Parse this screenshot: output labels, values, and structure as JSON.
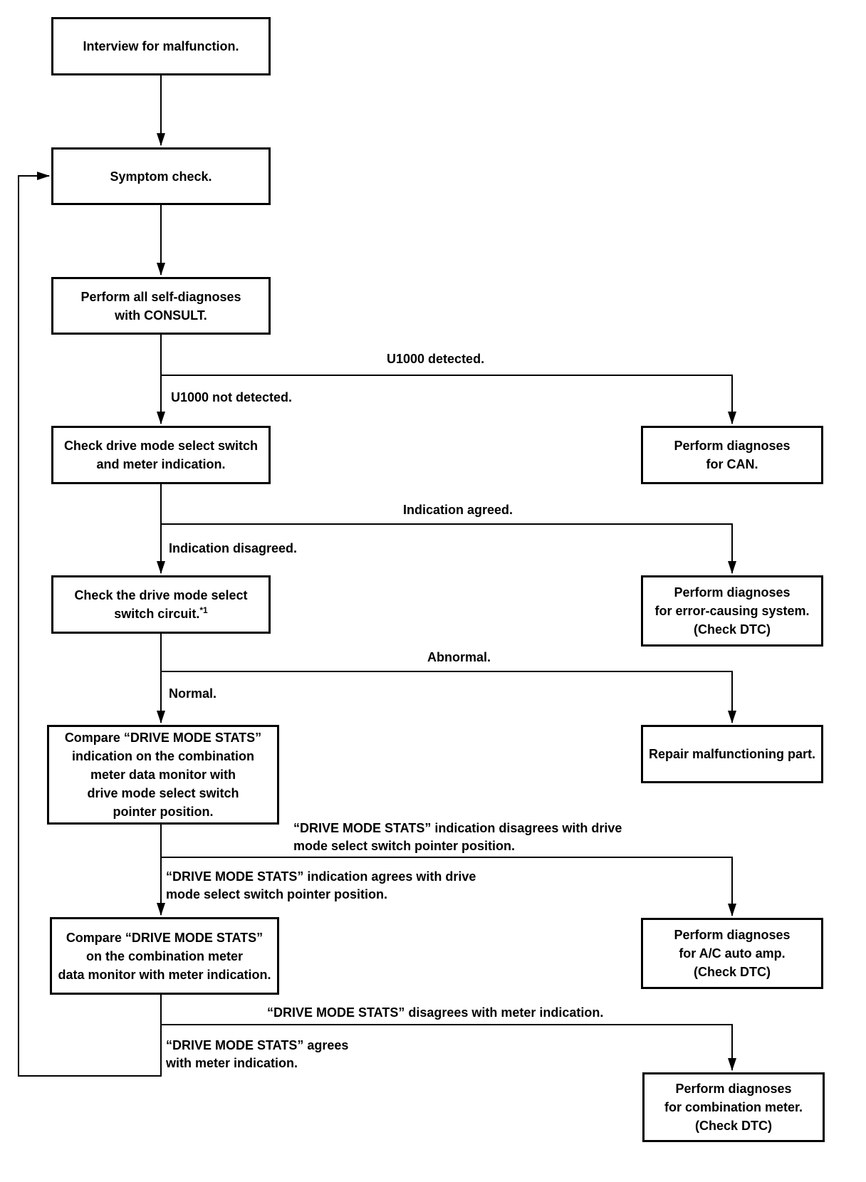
{
  "flowchart": {
    "colors": {
      "line": "#000000",
      "text": "#000000",
      "background": "#ffffff"
    },
    "nodes": [
      {
        "id": "interview",
        "label": "Interview for malfunction."
      },
      {
        "id": "symptom",
        "label": "Symptom check."
      },
      {
        "id": "self_diag",
        "label": "Perform all self-diagnoses\nwith CONSULT."
      },
      {
        "id": "check_switch_meter",
        "label": "Check drive mode select switch\nand meter indication."
      },
      {
        "id": "check_circuit",
        "label": "Check the drive mode select\nswitch circuit.",
        "footnote_ref": "*1"
      },
      {
        "id": "compare_pointer",
        "label": "Compare “DRIVE MODE STATS”\nindication on the combination\nmeter data monitor with\ndrive mode select switch\npointer position."
      },
      {
        "id": "compare_meter",
        "label": "Compare “DRIVE MODE STATS”\non the combination meter\ndata monitor with meter indication."
      },
      {
        "id": "diag_can",
        "label": "Perform diagnoses\nfor CAN."
      },
      {
        "id": "diag_error",
        "label": "Perform diagnoses\nfor error-causing system.\n(Check DTC)"
      },
      {
        "id": "repair",
        "label": "Repair malfunctioning part."
      },
      {
        "id": "diag_ac",
        "label": "Perform diagnoses\nfor A/C auto amp.\n(Check DTC)"
      },
      {
        "id": "diag_combo",
        "label": "Perform diagnoses\nfor combination meter.\n(Check DTC)"
      }
    ],
    "edges": [
      {
        "from": "interview",
        "to": "symptom",
        "label": ""
      },
      {
        "from": "symptom",
        "to": "self_diag",
        "label": ""
      },
      {
        "from": "self_diag",
        "to": "check_switch_meter",
        "label": "U1000 not detected."
      },
      {
        "from": "self_diag",
        "to": "diag_can",
        "label": "U1000 detected."
      },
      {
        "from": "check_switch_meter",
        "to": "check_circuit",
        "label": "Indication disagreed."
      },
      {
        "from": "check_switch_meter",
        "to": "diag_error",
        "label": "Indication agreed."
      },
      {
        "from": "check_circuit",
        "to": "compare_pointer",
        "label": "Normal."
      },
      {
        "from": "check_circuit",
        "to": "repair",
        "label": "Abnormal."
      },
      {
        "from": "compare_pointer",
        "to": "compare_meter",
        "label": "“DRIVE MODE STATS” indication agrees with drive\nmode select switch pointer position."
      },
      {
        "from": "compare_pointer",
        "to": "diag_ac",
        "label": "“DRIVE MODE STATS” indication disagrees with drive\nmode select switch pointer position."
      },
      {
        "from": "compare_meter",
        "to": "symptom",
        "label": "“DRIVE MODE STATS” agrees\nwith meter indication."
      },
      {
        "from": "compare_meter",
        "to": "diag_combo",
        "label": "“DRIVE MODE STATS” disagrees with meter indication."
      }
    ]
  }
}
